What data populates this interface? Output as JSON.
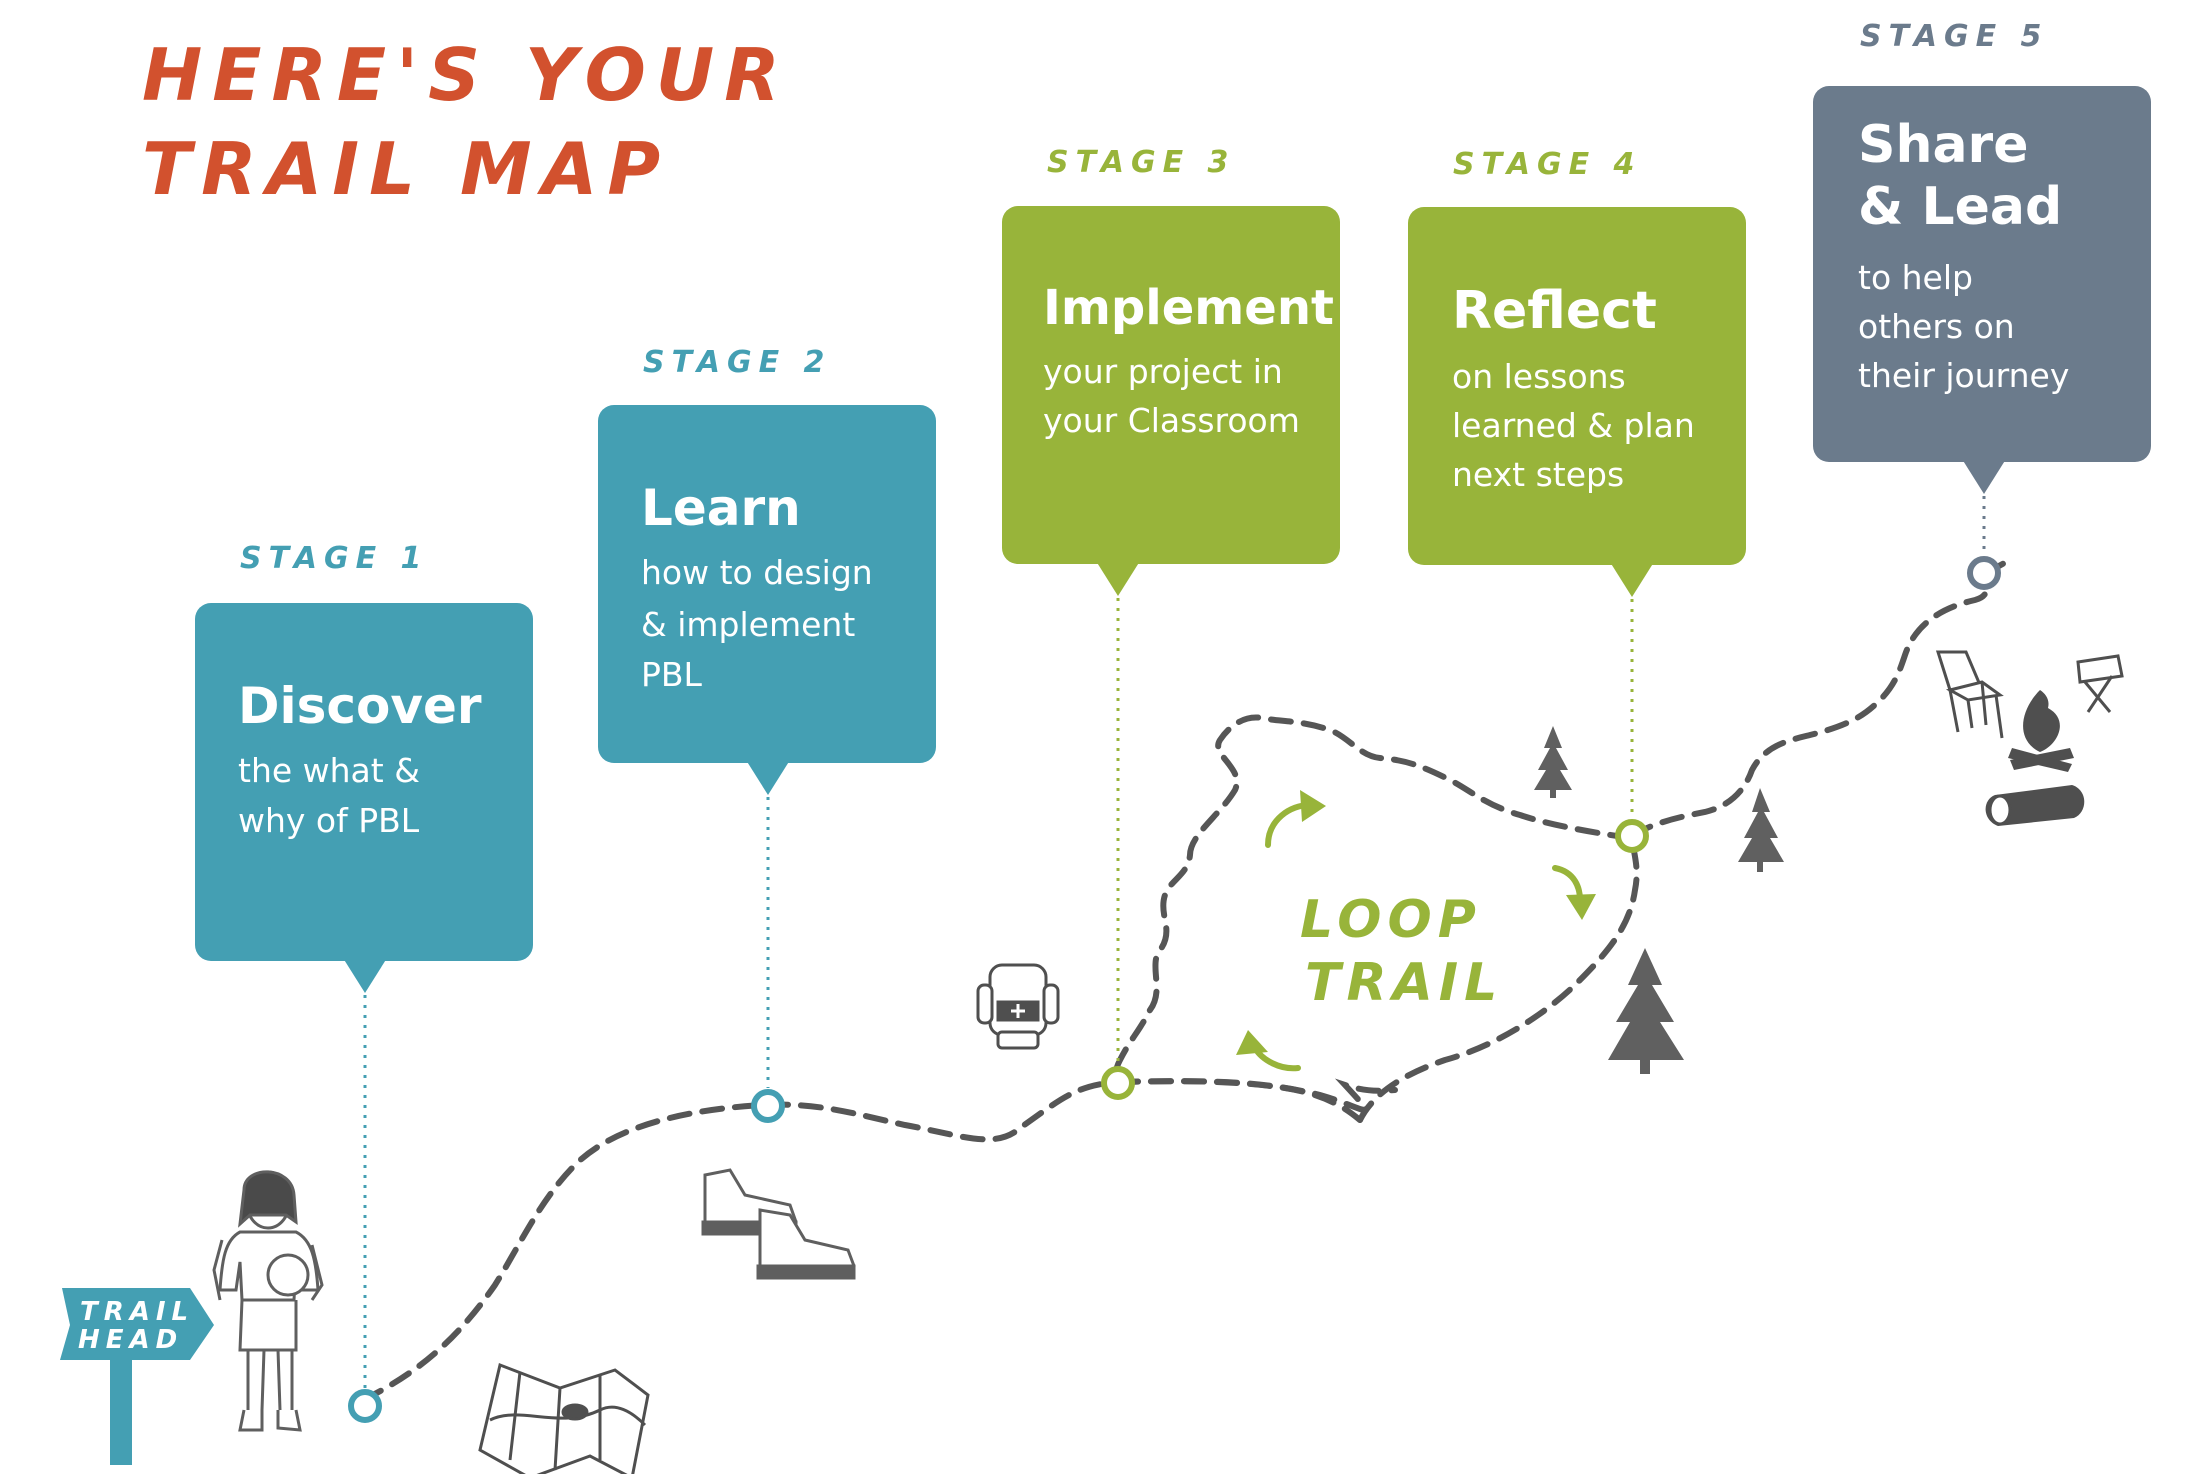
{
  "title": {
    "line1": "HERE'S YOUR",
    "line2": "TRAIL MAP"
  },
  "colors": {
    "title": "#d2512e",
    "teal": "#449fb3",
    "green": "#98b43a",
    "slate": "#6b7b8c",
    "trail": "#565656",
    "icon": "#5f5f5f"
  },
  "stages": [
    {
      "label": "STAGE 1",
      "title": "Discover",
      "lines": [
        "the what &",
        "why of PBL"
      ]
    },
    {
      "label": "STAGE 2",
      "title": "Learn",
      "lines": [
        "how to design",
        "& implement",
        "PBL"
      ]
    },
    {
      "label": "STAGE 3",
      "title": "Implement",
      "lines": [
        "your project in",
        "your Classroom"
      ]
    },
    {
      "label": "STAGE 4",
      "title": "Reflect",
      "lines": [
        "on lessons",
        "learned & plan",
        "next steps"
      ]
    },
    {
      "label": "STAGE 5",
      "title_lines": [
        "Share",
        "& Lead"
      ],
      "lines": [
        "to help",
        "others on",
        "their journey"
      ]
    }
  ],
  "loop_trail": {
    "line1": "LOOP",
    "line2": "TRAIL"
  },
  "trail_head": {
    "line1": "TRAIL",
    "line2": "HEAD"
  },
  "icons": [
    "hiker-icon",
    "trail-sign-icon",
    "map-icon",
    "boots-icon",
    "backpack-icon",
    "tree-icon",
    "campfire-icon",
    "chair-icon",
    "stool-icon",
    "log-icon",
    "arrow-icon"
  ]
}
